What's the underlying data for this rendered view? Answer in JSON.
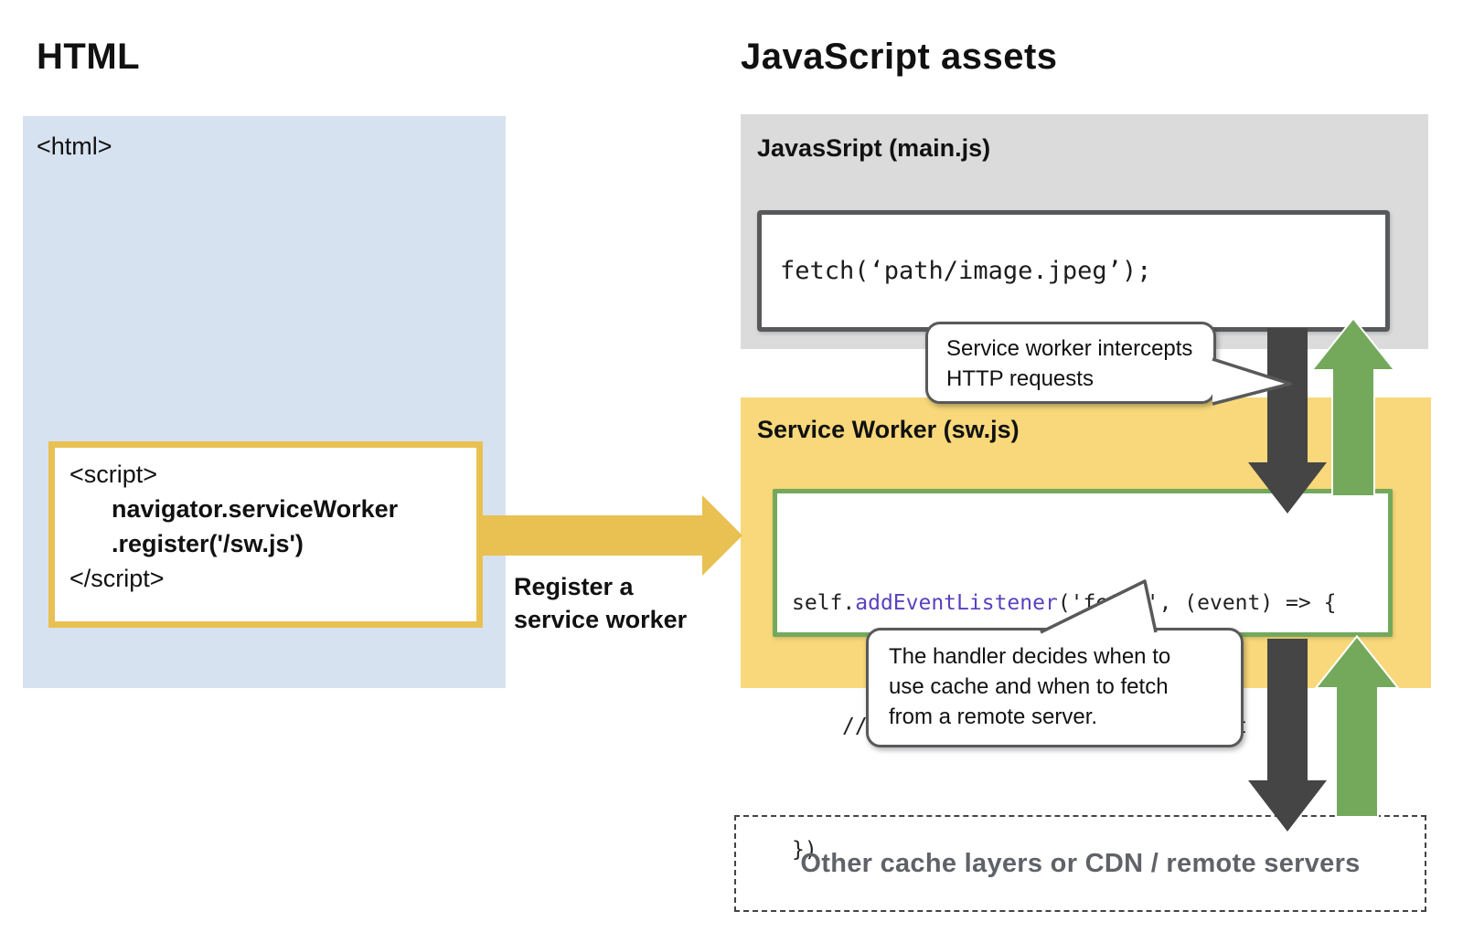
{
  "headings": {
    "left": "HTML",
    "right": "JavaScript assets"
  },
  "html_panel": {
    "open_tag": "<html>",
    "script_box": {
      "line1": "<script>",
      "line2": "navigator.serviceWorker",
      "line3": ".register('/sw.js')",
      "line4": "</script>"
    }
  },
  "register_arrow": {
    "label_line1": "Register a",
    "label_line2": "service worker"
  },
  "mainjs_panel": {
    "title": "JavasSript (main.js)",
    "code": "fetch(‘path/image.jpeg’);"
  },
  "sw_panel": {
    "title": "Service Worker (sw.js)",
    "code_line1_prefix": "self.",
    "code_line1_keyword": "addEventListener",
    "code_line1_suffix": "('fetch', (event) => {",
    "code_line2": "// logic of handling fetch event",
    "code_line3": "})"
  },
  "bubbles": {
    "intercept": {
      "line1": "Service worker intercepts",
      "line2": "HTTP requests"
    },
    "handler": {
      "line1": "The handler decides when to",
      "line2": "use cache and when to fetch",
      "line3": "from a remote server."
    }
  },
  "bottom_box": {
    "label": "Other cache layers or CDN / remote servers"
  },
  "colors": {
    "panel_blue": "#D7E2F0",
    "panel_gray": "#DBDBDB",
    "panel_yellow": "#F8D87A",
    "accent_gold": "#E9C052",
    "arrow_dark": "#454545",
    "arrow_green": "#74A95C",
    "code_keyword_purple": "#5B41BE",
    "muted_text": "#5F6368"
  }
}
